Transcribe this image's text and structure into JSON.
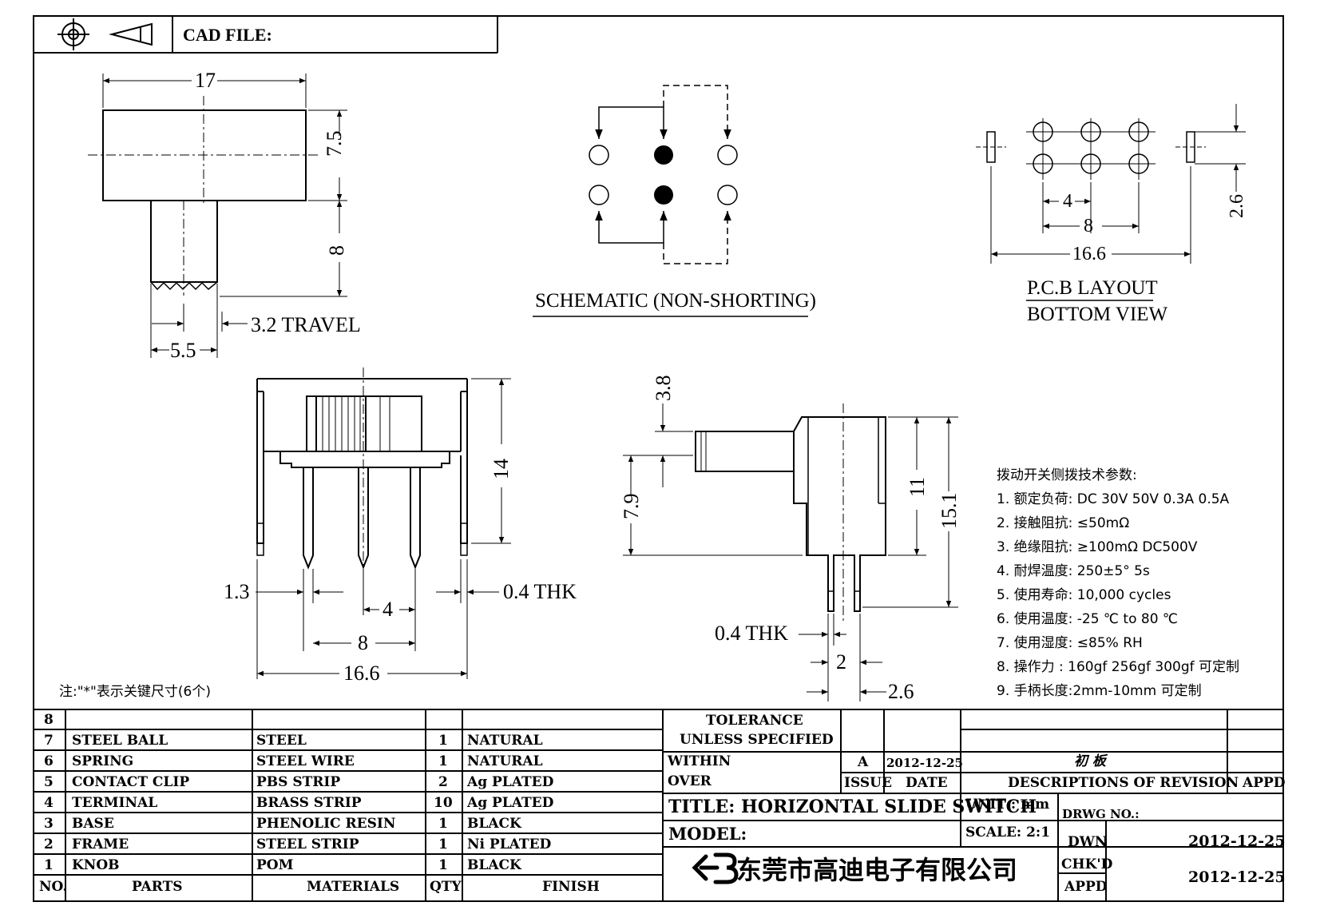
{
  "header": {
    "cad_label": "CAD FILE:"
  },
  "top_view": {
    "dim_width": "17",
    "dim_body_height": "7.5",
    "dim_knob_height": "8",
    "dim_travel": "3.2 TRAVEL",
    "dim_knob_width": "5.5"
  },
  "schematic": {
    "title": "SCHEMATIC (NON-SHORTING)"
  },
  "pcb": {
    "title_line1": "P.C.B LAYOUT",
    "title_line2": "BOTTOM VIEW",
    "dim_pitch": "4",
    "dim_span": "8",
    "dim_total": "16.6",
    "dim_row": "2.6"
  },
  "front_view": {
    "dim_height": "14",
    "dim_pin": "1.3",
    "dim_thk": "0.4 THK",
    "dim_pitch": "4",
    "dim_span": "8",
    "dim_total": "16.6"
  },
  "side_view": {
    "dim_knob": "3.8",
    "dim_offset": "7.9",
    "dim_body": "11",
    "dim_total": "15.1",
    "dim_thk": "0.4 THK",
    "dim_pin": "2",
    "dim_pin_span": "2.6"
  },
  "note": "注:\"*\"表示关键尺寸(6个)",
  "specs": {
    "title": "拨动开关侧拨技术参数:",
    "items": [
      "1.  额定负荷: DC 30V    50V    0.3A    0.5A",
      "2.  接触阻抗: ≤50mΩ",
      "3.  绝缘阻抗: ≥100mΩ   DC500V",
      "4.  耐焊温度: 250±5°  5s",
      "5.  使用寿命: 10,000 cycles",
      "6.  使用温度: -25 ℃  to 80 ℃",
      "7.  使用湿度: ≤85% RH",
      "8.  操作力 : 160gf    256gf    300gf  可定制",
      "9.  手柄长度:2mm-10mm  可定制"
    ]
  },
  "bom": {
    "headers": [
      "NO.",
      "PARTS",
      "MATERIALS",
      "QTY",
      "FINISH"
    ],
    "rows": [
      [
        "8",
        "",
        "",
        "",
        ""
      ],
      [
        "7",
        "STEEL BALL",
        "STEEL",
        "1",
        "NATURAL"
      ],
      [
        "6",
        "SPRING",
        "STEEL WIRE",
        "1",
        "NATURAL"
      ],
      [
        "5",
        "CONTACT CLIP",
        "PBS STRIP",
        "2",
        "Ag PLATED"
      ],
      [
        "4",
        "TERMINAL",
        "BRASS STRIP",
        "10",
        "Ag PLATED"
      ],
      [
        "3",
        "BASE",
        "PHENOLIC RESIN",
        "1",
        "BLACK"
      ],
      [
        "2",
        "FRAME",
        "STEEL STRIP",
        "1",
        "Ni PLATED"
      ],
      [
        "1",
        "KNOB",
        "POM",
        "1",
        "BLACK"
      ]
    ]
  },
  "title_block": {
    "tolerance_line1": "TOLERANCE",
    "tolerance_line2": "UNLESS  SPECIFIED",
    "within": "WITHIN",
    "over": "OVER",
    "issue_value": "A",
    "issue_date": "2012-12-25",
    "issue_label": "ISSUE",
    "date_label": "DATE",
    "revision_text": "初 板",
    "descriptions_label": "DESCRIPTIONS OF REVISION",
    "appd_label": "APPD",
    "title": "TITLE: HORIZONTAL SLIDE SWITCH",
    "unit": "UNIT : mm",
    "drwg_no": "DRWG NO.:",
    "model": "MODEL:",
    "scale": "SCALE: 2:1",
    "dwn_label": "DWN",
    "dwn_date": "2012-12-25",
    "chkd_label": "CHK'D",
    "appd_row_label": "APPD",
    "chk_date": "2012-12-25",
    "company": "东莞市高迪电子有限公司"
  }
}
